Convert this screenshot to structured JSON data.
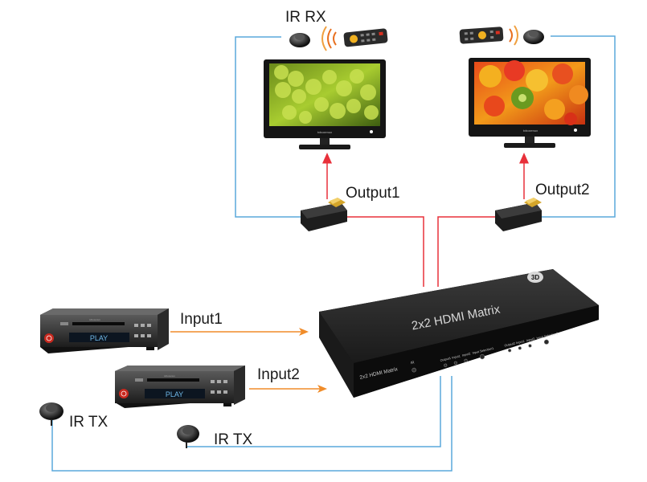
{
  "labels": {
    "ir_rx": "IR RX",
    "output1": "Output1",
    "output2": "Output2",
    "input1": "Input1",
    "input2": "Input2",
    "ir_tx_1": "IR TX",
    "ir_tx_2": "IR TX"
  },
  "device": {
    "top_label": "2x2 HDMI Matrix",
    "front_label": "2x2 HDMI Matrix",
    "ir_port": "IR",
    "port_labels": [
      "Output1",
      "Input1",
      "Input2",
      "Input Selection1",
      "Output2",
      "Input1",
      "Input2",
      "Input Selection2"
    ],
    "badge": "3D"
  },
  "players": {
    "display_text": "PLAY",
    "brand_text": "tvboxenux"
  },
  "monitors": {
    "brand_text": "tvboxenux"
  },
  "colors": {
    "ir_line": "#5aa9dc",
    "output_line": "#e8303a",
    "input_arrow": "#f08c2a",
    "device_body": "#1e1e1e"
  }
}
